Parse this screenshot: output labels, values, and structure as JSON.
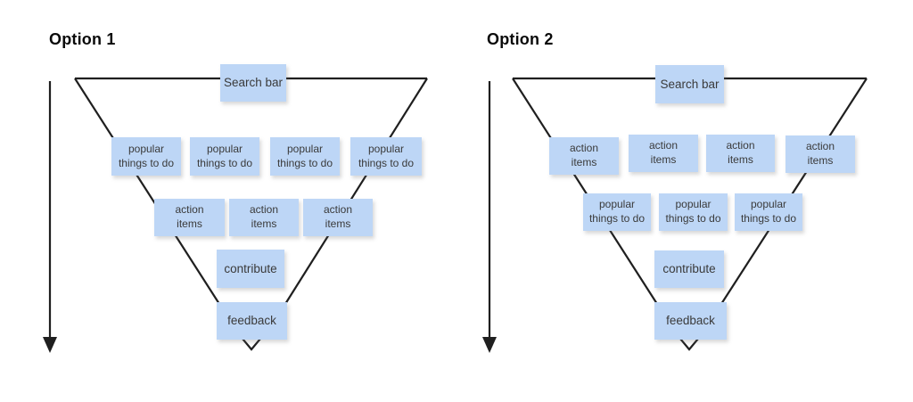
{
  "colors": {
    "background": "#ffffff",
    "node_fill": "#bdd6f6",
    "node_text": "#3a3a3a",
    "line": "#1f1f1f",
    "heading": "#0a0a0a"
  },
  "option1": {
    "title": "Option 1",
    "search": "Search bar",
    "level1": [
      "popular\nthings to do",
      "popular\nthings to do",
      "popular\nthings to do",
      "popular\nthings to do"
    ],
    "level2": [
      "action\nitems",
      "action\nitems",
      "action\nitems"
    ],
    "level3": "contribute",
    "level4": "feedback"
  },
  "option2": {
    "title": "Option 2",
    "search": "Search bar",
    "level1": [
      "action\nitems",
      "action\nitems",
      "action\nitems",
      "action\nitems"
    ],
    "level2": [
      "popular\nthings to do",
      "popular\nthings to do",
      "popular\nthings to do"
    ],
    "level3": "contribute",
    "level4": "feedback"
  }
}
